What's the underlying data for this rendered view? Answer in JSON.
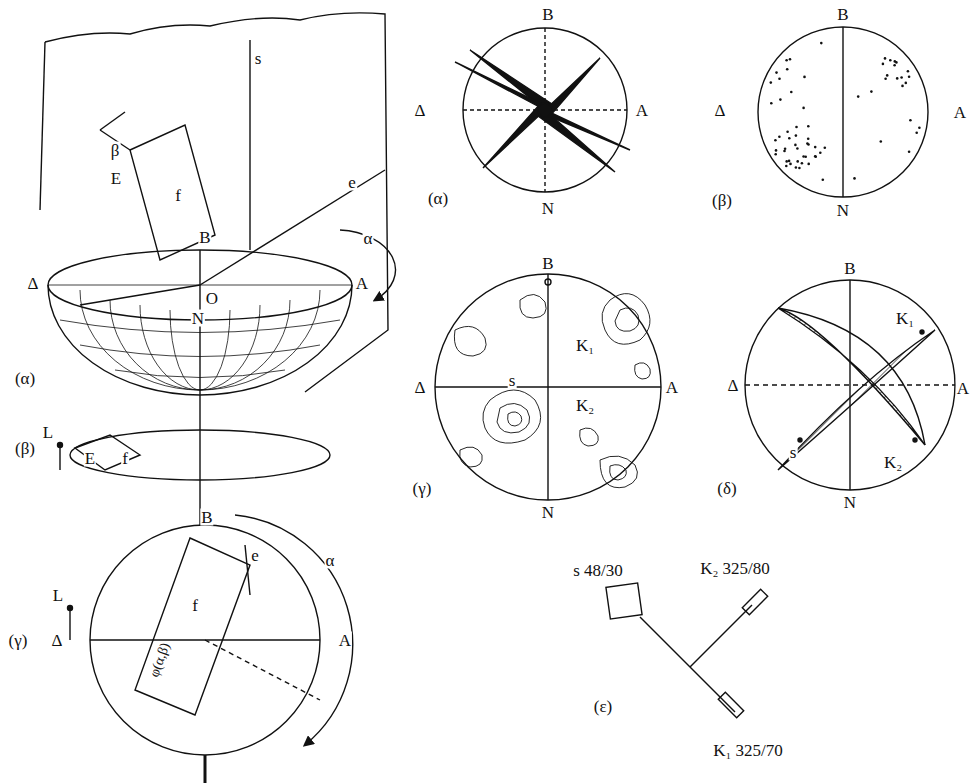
{
  "diagram": {
    "labels": [
      "(α)",
      "Δ",
      "A",
      "B",
      "N",
      "O",
      "α",
      "E",
      "f",
      "e",
      "β",
      "s",
      "(β)",
      "L",
      "E",
      "f",
      "(γ)",
      "Δ",
      "A",
      "B",
      "L",
      "f",
      "e",
      "α",
      "φ(α,β)",
      "B",
      "Δ",
      "A",
      "N",
      "(α)",
      "B",
      "Δ",
      "A",
      "N",
      "(β)",
      "B",
      "Δ",
      "A",
      "N",
      "K₁",
      "K₂",
      "s",
      "(γ)",
      "B",
      "Δ",
      "A",
      "N",
      "K₁",
      "K₂",
      "s",
      "(δ)",
      "s 48/30",
      "K₂ 325/80",
      "K₁ 325/70",
      "(ε)"
    ]
  }
}
